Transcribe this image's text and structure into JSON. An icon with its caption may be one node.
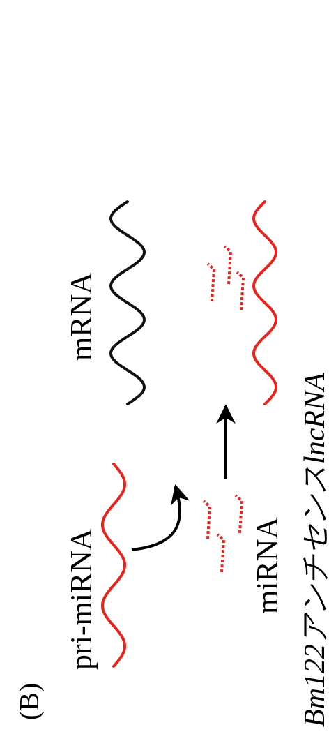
{
  "diagram": {
    "caption": "Bm122アンチセンスlncRNA",
    "nodes": [
      {
        "text": [
          "pri-miRNA"
        ]
      },
      {
        "text": [
          "miRNA"
        ]
      },
      {
        "text": [
          "mRNA"
        ]
      },
      {
        "text": [],
        "shape": "picture"
      }
    ],
    "edges": [
      {
        "from": 0,
        "to": 1,
        "arrow": "to"
      },
      {
        "from": 1,
        "to": 3,
        "arrow": "to"
      }
    ],
    "labels": [
      "(B)"
    ]
  }
}
